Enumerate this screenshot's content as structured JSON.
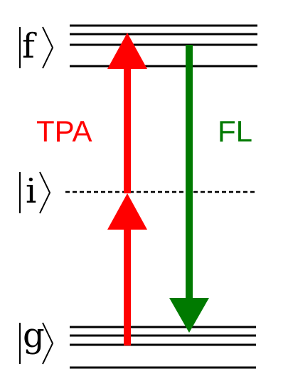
{
  "levels": {
    "final": {
      "symbol": "f"
    },
    "intermediate": {
      "symbol": "i"
    },
    "ground": {
      "symbol": "g"
    }
  },
  "processes": {
    "absorption": {
      "label": "TPA",
      "color": "#ff0000"
    },
    "fluorescence": {
      "label": "FL",
      "color": "#007a00"
    }
  },
  "icons": {
    "ket": "ket-bracket",
    "arrow_up": "arrow-up-icon",
    "arrow_down": "arrow-down-icon"
  }
}
